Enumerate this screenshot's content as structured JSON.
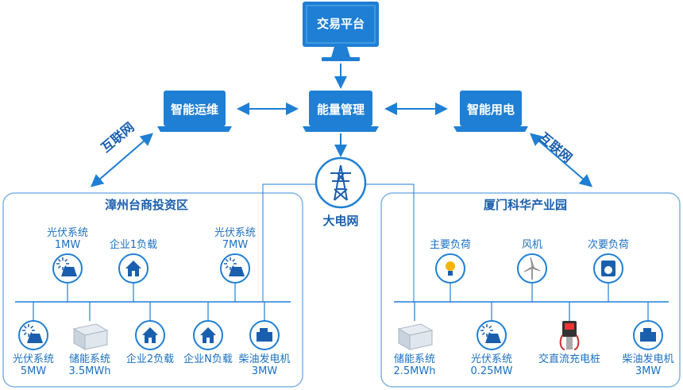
{
  "top": {
    "trading_platform": "交易平台",
    "smart_ops": "智能运维",
    "energy_mgmt": "能量管理",
    "smart_power": "智能用电",
    "internet_left": "互联网",
    "internet_right": "互联网",
    "big_grid": "大电网"
  },
  "left_zone": {
    "title": "漳州台商投资区",
    "upper": [
      {
        "name": "光伏系统",
        "sub": "1MW",
        "icon": "solar-panel-icon"
      },
      {
        "name": "企业1负载",
        "sub": "",
        "icon": "house-icon"
      },
      {
        "name": "光伏系统",
        "sub": "7MW",
        "icon": "solar-panel-icon"
      }
    ],
    "lower": [
      {
        "name": "光伏系统",
        "sub": "5MW",
        "icon": "solar-panel-icon"
      },
      {
        "name": "储能系统",
        "sub": "3.5MWh",
        "icon": "battery-container-icon"
      },
      {
        "name": "企业2负载",
        "sub": "",
        "icon": "house-icon"
      },
      {
        "name": "企业N负载",
        "sub": "",
        "icon": "house-icon"
      },
      {
        "name": "柴油发电机",
        "sub": "3MW",
        "icon": "diesel-generator-icon"
      }
    ]
  },
  "right_zone": {
    "title": "厦门科华产业园",
    "upper": [
      {
        "name": "主要负荷",
        "sub": "",
        "icon": "bulb-icon"
      },
      {
        "name": "风机",
        "sub": "",
        "icon": "wind-turbine-icon"
      },
      {
        "name": "次要负荷",
        "sub": "",
        "icon": "washer-icon"
      }
    ],
    "lower": [
      {
        "name": "储能系统",
        "sub": "2.5MWh",
        "icon": "battery-container-icon"
      },
      {
        "name": "光伏系统",
        "sub": "0.25MW",
        "icon": "solar-panel-icon"
      },
      {
        "name": "交直流充电桩",
        "sub": "",
        "icon": "charging-pile-icon"
      },
      {
        "name": "柴油发电机",
        "sub": "3MW",
        "icon": "diesel-generator-icon"
      }
    ]
  },
  "colors": {
    "primary": "#1f7fd4",
    "dark_blue": "#1a5fae",
    "line": "#7fb3e3"
  }
}
